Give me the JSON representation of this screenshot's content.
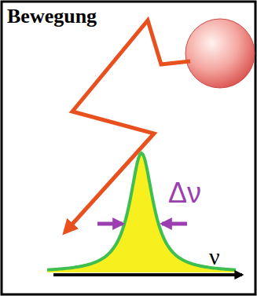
{
  "diagram": {
    "title": "Bewegung",
    "labels": [
      "Δν",
      "ν"
    ]
  }
}
